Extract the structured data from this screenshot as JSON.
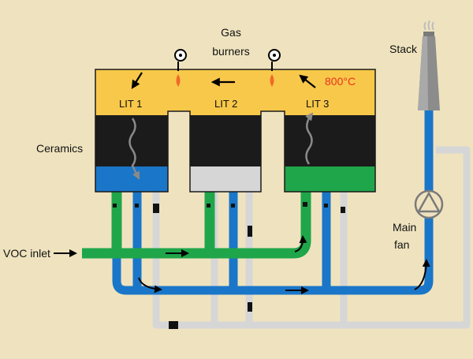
{
  "labels": {
    "gas_burners_line1": "Gas",
    "gas_burners_line2": "burners",
    "stack": "Stack",
    "temperature": "800°C",
    "lit1": "LIT 1",
    "lit2": "LIT 2",
    "lit3": "LIT 3",
    "ceramics": "Ceramics",
    "voc_inlet": "VOC inlet",
    "main_fan_line1": "Main",
    "main_fan_line2": "fan"
  },
  "colors": {
    "background": "#efe3bf",
    "combustion_chamber": "#f8c84a",
    "ceramics": "#1b1b1b",
    "inlet_green": "#1fa64a",
    "exhaust_blue": "#1a76c8",
    "purge_gray": "#d6d6d6",
    "flame": "#f06a28",
    "temperature_text": "#e8321e",
    "stack_gray": "#8c8c8c"
  },
  "icons": [
    "gas-burner-icon",
    "flame-icon",
    "fan-icon",
    "valve-icon",
    "arrow-icon"
  ]
}
